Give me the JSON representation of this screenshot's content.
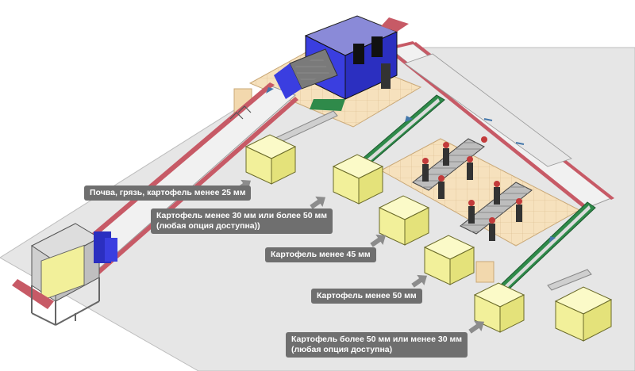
{
  "labels": {
    "soil": "Почва, грязь, картофель менее 25 мм",
    "small_large_line1": "Картофель менее 30 мм или более 50 мм",
    "small_large_line2": "(любая опция доступна))",
    "less45": "Картофель менее 45 мм",
    "less50": "Картофель менее 50 мм",
    "more50_line1": "Картофель более 50 мм или менее 30 мм",
    "more50_line2": "(любая опция доступна)"
  },
  "colors": {
    "floor": "#e6e6e6",
    "platform": "#f6e1bd",
    "bin": "#f2f09a",
    "belt_frame": "#c75a66",
    "green_conveyor": "#2f8a4a",
    "machine_blue": "#2b2fc0",
    "callout_bg": "#6f6f6f",
    "pointer_arrow": "#8c8c8c"
  }
}
